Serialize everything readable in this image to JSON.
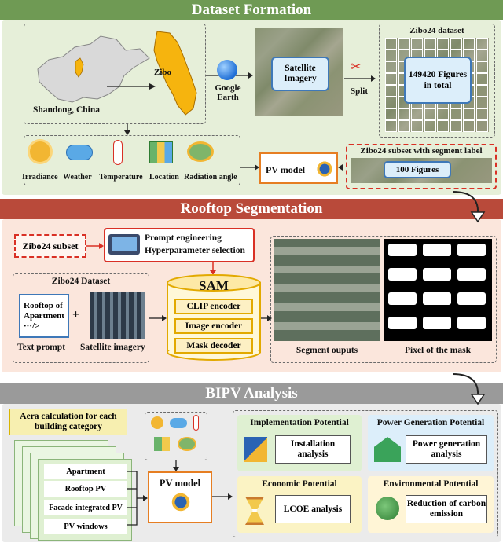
{
  "sections": {
    "dataset_formation": "Dataset Formation",
    "rooftop_segmentation": "Rooftop Segmentation",
    "bipv_analysis": "BIPV Analysis"
  },
  "colors": {
    "header_green": "#6f9a54",
    "header_red": "#b94a3a",
    "header_gray": "#9a9a9a",
    "panel_green": "#e6efd9",
    "panel_pink": "#fbe6dc",
    "panel_gray": "#ebebeb",
    "accent_blue": "#3e78b8",
    "accent_red": "#d93025",
    "accent_orange": "#e67e22",
    "accent_yellow": "#f2b632"
  },
  "formation": {
    "map_label": "Shandong, China",
    "city_label": "Zibo",
    "google_earth": "Google Earth",
    "satellite_imagery": "Satellite Imagery",
    "split": "Split",
    "dataset_title": "Zibo24 dataset",
    "dataset_count": "149420 Figures in total",
    "factors": [
      "Irradiance",
      "Weather",
      "Temperature",
      "Location",
      "Radiation angle"
    ],
    "pv_model": "PV model",
    "subset_title": "Zibo24 subset with segment label",
    "subset_count": "100 Figures"
  },
  "segmentation": {
    "subset": "Zibo24 subset",
    "prompt_engineering": "Prompt engineering",
    "hyperparameter": "Hyperparameter selection",
    "dataset_title": "Zibo24 Dataset",
    "text_prompt_box": "Rooftop of Apartment ···/>",
    "plus": "+",
    "text_prompt": "Text prompt",
    "satellite_imagery": "Satellite imagery",
    "sam": "SAM",
    "encoders": [
      "CLIP encoder",
      "Image encoder",
      "Mask decoder"
    ],
    "segment_outputs": "Segment ouputs",
    "pixel_mask": "Pixel of the mask"
  },
  "bipv": {
    "area_calc": "Aera calculation for each building category",
    "categories": [
      "Apartment",
      "Rooftop PV",
      "Facade-integrated PV",
      "PV windows"
    ],
    "pv_model": "PV model",
    "potentials": [
      {
        "title": "Implementation Potential",
        "item": "Installation analysis"
      },
      {
        "title": "Power Generation Potential",
        "item": "Power generation analysis"
      },
      {
        "title": "Economic Potential",
        "item": "LCOE analysis"
      },
      {
        "title": "Environmental Potential",
        "item": "Reduction of carbon emission"
      }
    ]
  }
}
